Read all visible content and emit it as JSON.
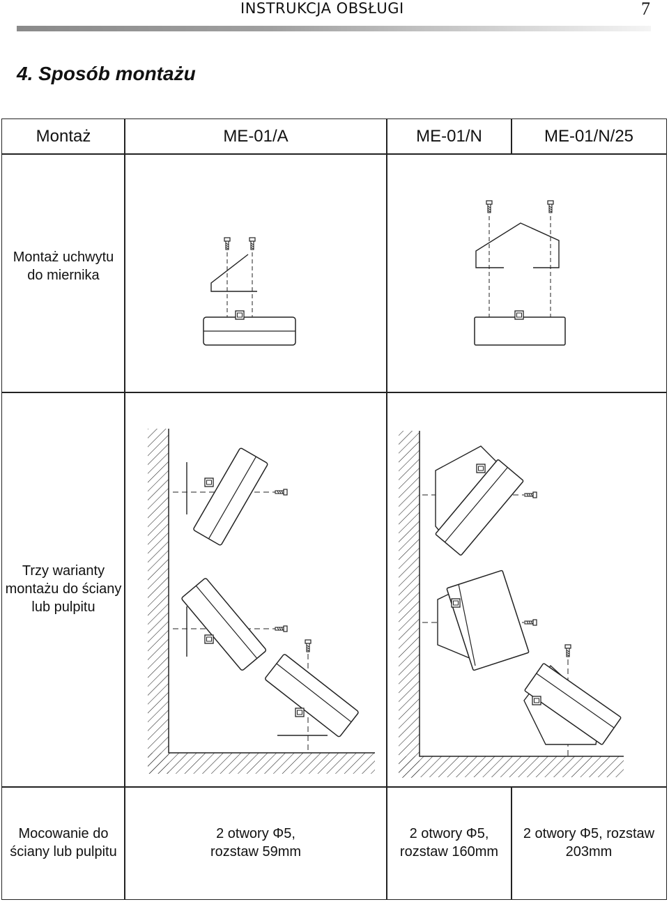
{
  "header": {
    "title": "INSTRUKCJA OBSŁUGI",
    "page_number": "7"
  },
  "section": {
    "title": "4. Sposób montażu"
  },
  "table": {
    "columns": [
      "Montaż",
      "ME-01/A",
      "ME-01/N",
      "ME-01/N/25"
    ],
    "rows": [
      {
        "label_line1": "Montaż uchwytu",
        "label_line2": "do miernika"
      },
      {
        "label_line1": "Trzy warianty",
        "label_line2": "montażu do ściany",
        "label_line3": "lub pulpitu"
      },
      {
        "label_line1": "Mocowanie do",
        "label_line2": "ściany lub pulpitu",
        "me01a_line1": "2 otwory Φ5,",
        "me01a_line2": "rozstaw 59mm",
        "me01n_line1": "2 otwory Φ5,",
        "me01n_line2": "rozstaw 160mm",
        "me01n25_line1": "2 otwory Φ5, rozstaw",
        "me01n25_line2": "203mm"
      }
    ]
  }
}
